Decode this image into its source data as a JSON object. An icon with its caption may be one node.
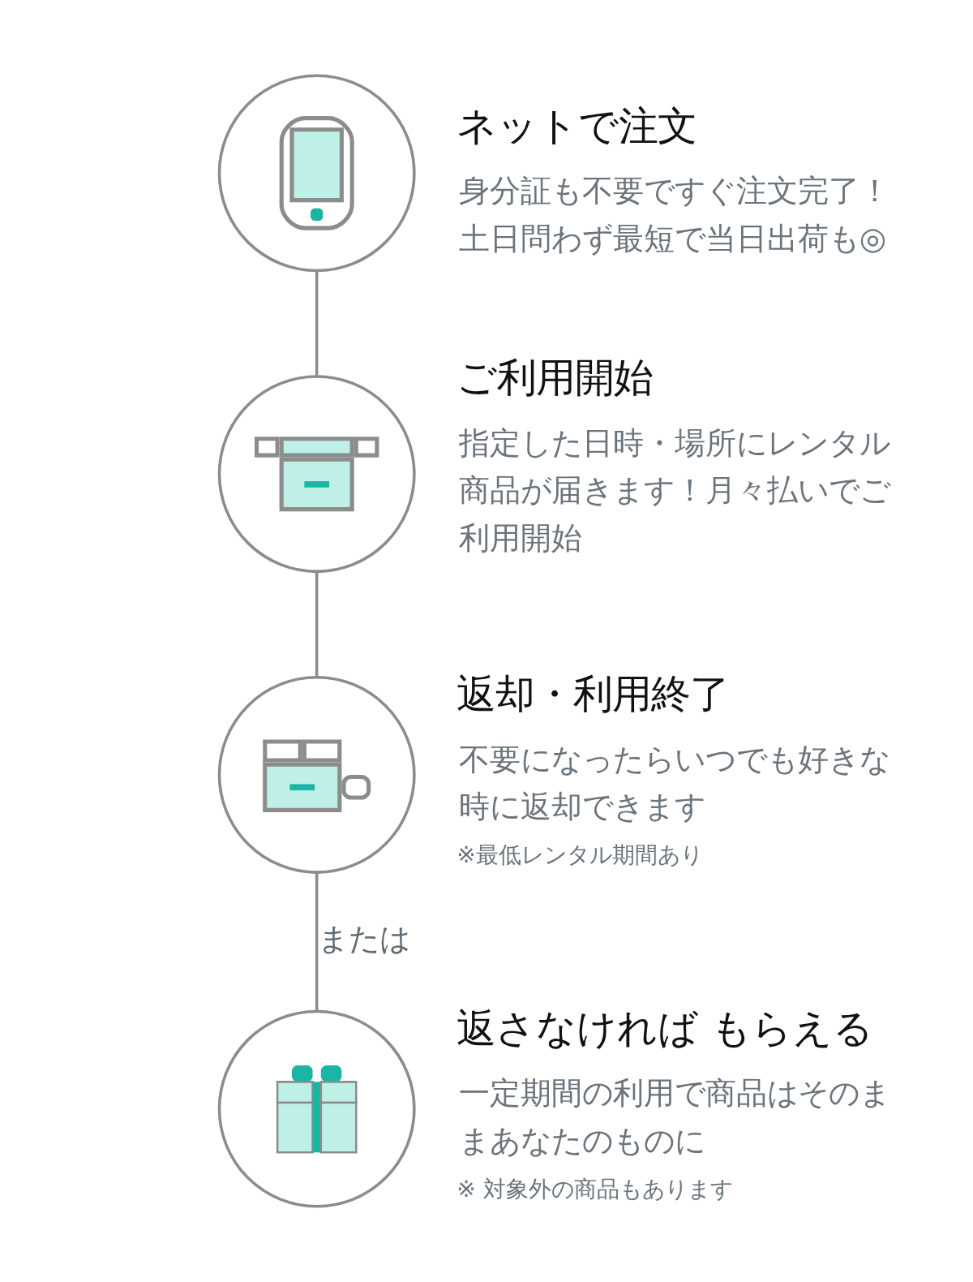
{
  "diagram": {
    "nodes": [
      {
        "text": [
          "ネットで注文",
          "身分証も不要ですぐ注文完了！土日問わず最短で当日出荷も◎"
        ]
      },
      {
        "text": [
          "ご利用開始",
          "指定した日時・場所にレンタル商品が届きます！月々払いでご利用開始"
        ]
      },
      {
        "text": [
          "返却・利用終了",
          "不要になったらいつでも好きな時に返却できます",
          "※最低レンタル期間あり"
        ]
      },
      {
        "text": [
          "返さなければ もらえる",
          "一定期間の利用で商品はそのままあなたのものに",
          "※ 対象外の商品もあります"
        ]
      }
    ],
    "edges": [
      {
        "from": 0,
        "to": 1,
        "arrow": "none"
      },
      {
        "from": 1,
        "to": 2,
        "arrow": "none"
      },
      {
        "from": 2,
        "to": 3,
        "arrow": "none",
        "label": "または"
      }
    ]
  }
}
